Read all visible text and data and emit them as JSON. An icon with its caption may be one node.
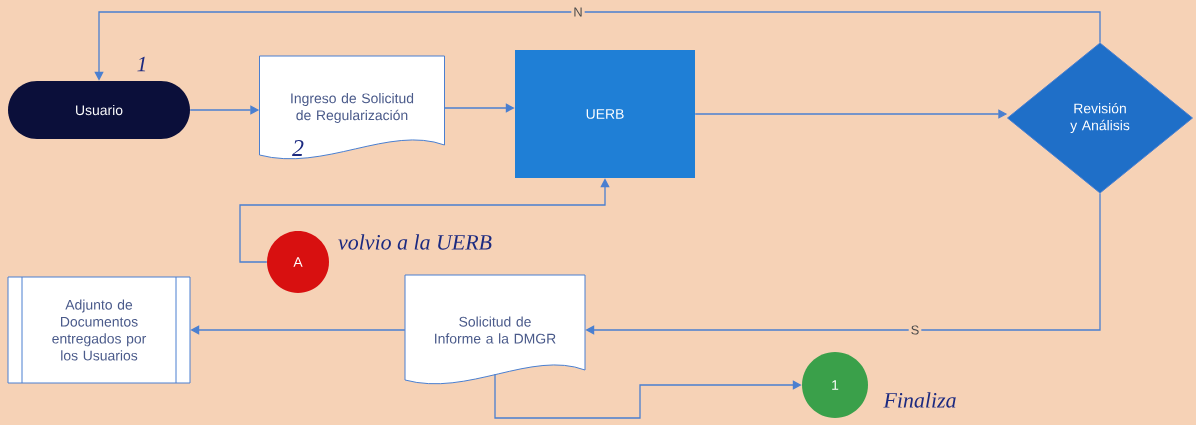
{
  "diagram": {
    "nodes": [
      {
        "text": [
          "Usuario"
        ],
        "beside": [
          "1"
        ]
      },
      {
        "text": [
          "Ingreso de Solicitud de Regularización",
          "2"
        ]
      },
      {
        "text": [
          "UERB"
        ]
      },
      {
        "text": [
          "Revisión y Análisis"
        ]
      },
      {
        "text": [
          "A"
        ],
        "beside": [
          "volvio a la UERB"
        ]
      },
      {
        "text": [
          "Adjunto de Documentos entregados por los Usuarios"
        ]
      },
      {
        "text": [
          "Solicitud de Informe a la DMGR"
        ]
      },
      {
        "text": [
          "1"
        ],
        "beside": [
          "Finaliza"
        ]
      }
    ],
    "edges": [
      {
        "from": 0,
        "to": 1,
        "arrow": "to"
      },
      {
        "from": 1,
        "to": 2,
        "arrow": "to"
      },
      {
        "from": 2,
        "to": 3,
        "arrow": "to"
      },
      {
        "from": 3,
        "to": 0,
        "arrow": "to",
        "label": "N"
      },
      {
        "from": 3,
        "to": 6,
        "arrow": "to",
        "label": "S"
      },
      {
        "from": 6,
        "to": 5,
        "arrow": "to"
      },
      {
        "from": 6,
        "to": 7,
        "arrow": "to"
      },
      {
        "from": 4,
        "to": 2,
        "arrow": "to"
      }
    ]
  }
}
